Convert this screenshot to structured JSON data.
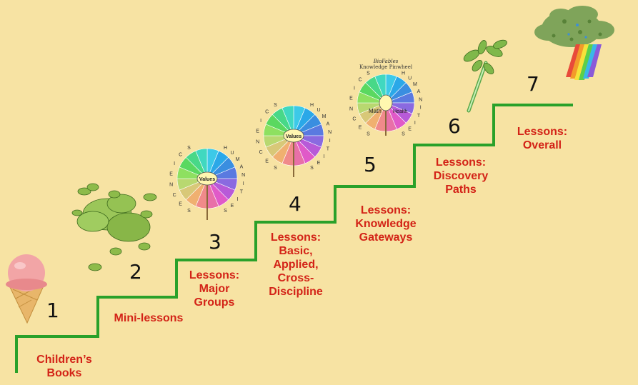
{
  "background_color": "#f7e3a3",
  "stair_color": "#2aa12a",
  "label_color": "#d32317",
  "steps": [
    {
      "number": "1",
      "label": [
        "Children’s",
        "Books"
      ],
      "icon": "ice-cream-cone"
    },
    {
      "number": "2",
      "label": [
        "Mini-lessons"
      ],
      "icon": "leaf-cluster"
    },
    {
      "number": "3",
      "label": [
        "Lessons:",
        "Major",
        "Groups"
      ],
      "icon": "values-pinwheel"
    },
    {
      "number": "4",
      "label": [
        "Lessons:",
        "Basic,",
        "Applied,",
        "Cross-",
        "Discipline"
      ],
      "icon": "values-pinwheel"
    },
    {
      "number": "5",
      "label": [
        "Lessons:",
        "Knowledge",
        "Gateways"
      ],
      "icon": "knowledge-pinwheel"
    },
    {
      "number": "6",
      "label": [
        "Lessons:",
        "Discovery",
        "Paths"
      ],
      "icon": "sprout-stick"
    },
    {
      "number": "7",
      "label": [
        "Lessons:",
        "Overall"
      ],
      "icon": "rainbow-tree"
    }
  ],
  "pinwheel_text": {
    "center": "Values",
    "left_word": "SCIENCES",
    "right_word": "HUMANITIES",
    "title_line1": "BioFables",
    "title_line2": "Knowledge Pinwheel",
    "segment_math": "Math",
    "segment_health": "Health"
  }
}
